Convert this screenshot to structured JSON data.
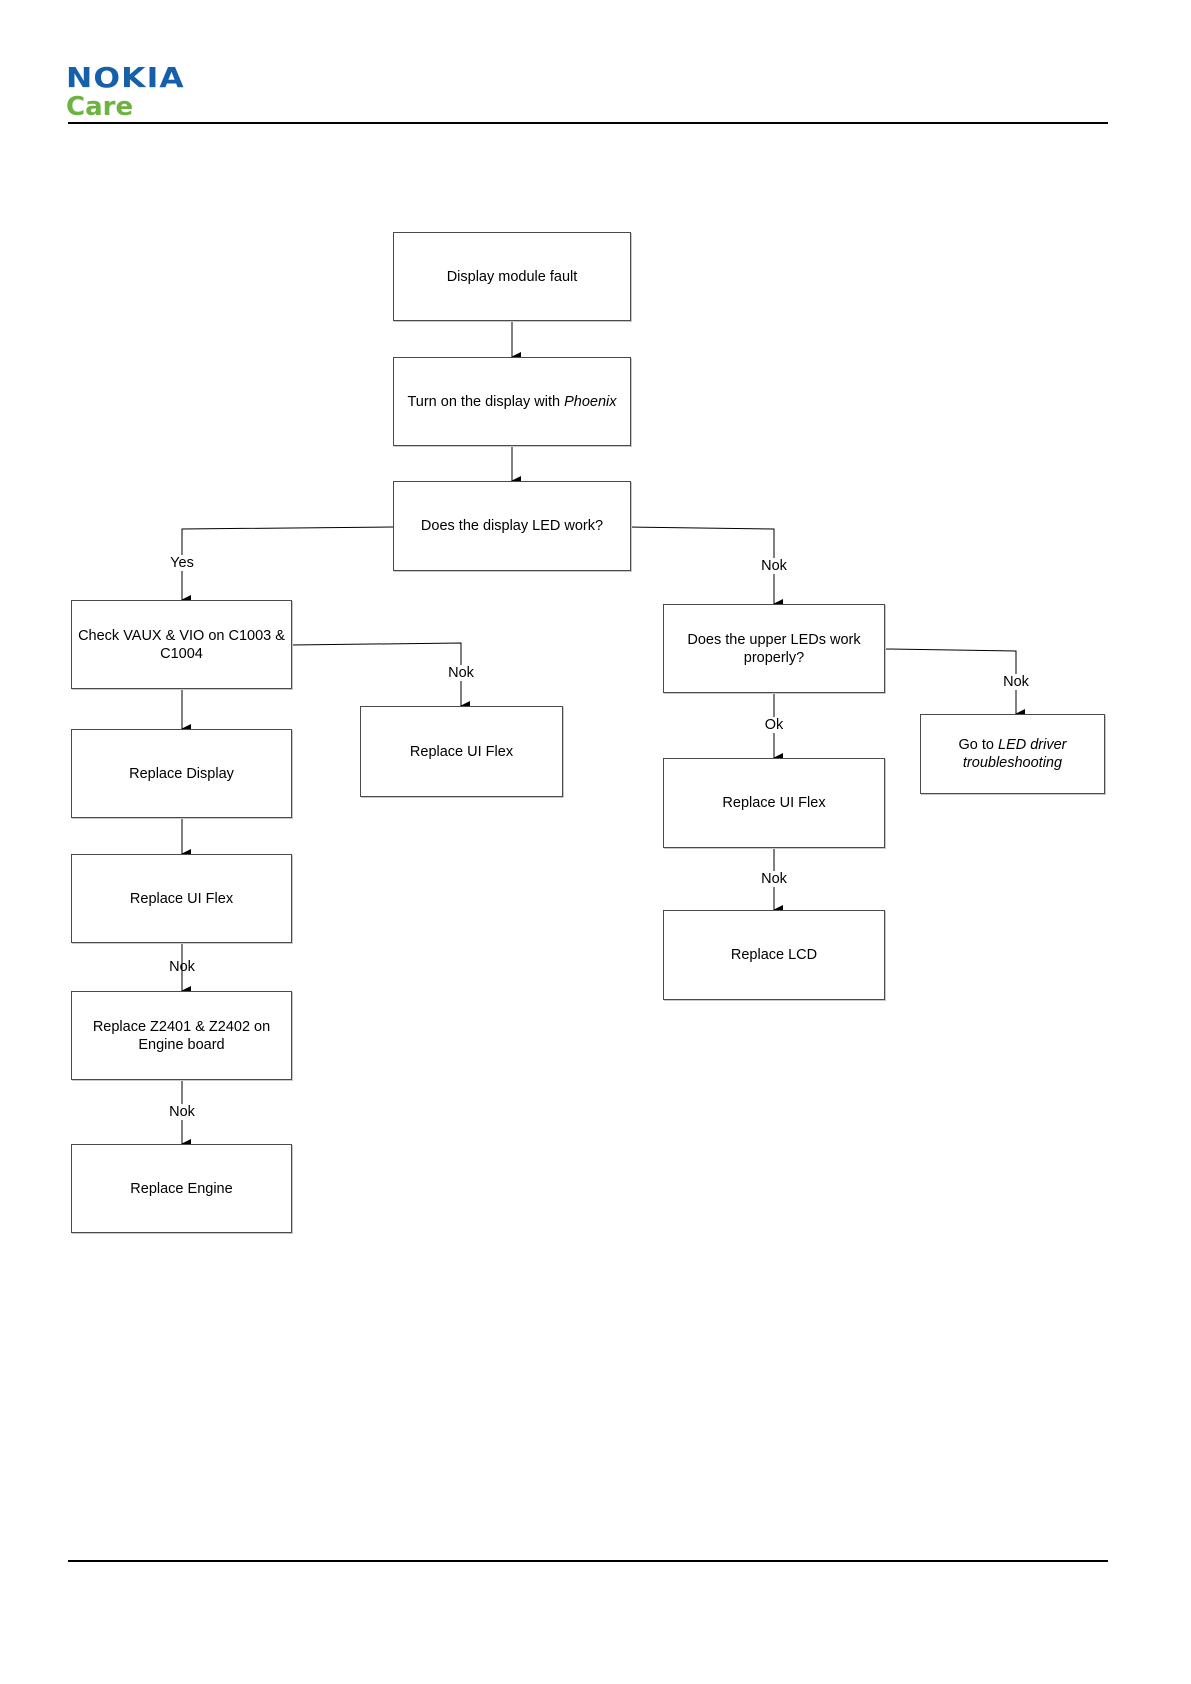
{
  "header": {
    "logo_top": "NOKIA",
    "logo_bottom": "Care"
  },
  "nodes": {
    "start": "Display module fault",
    "turn_on_pre": "Turn on the display with ",
    "turn_on_italic": "Phoenix",
    "led_question": "Does the display LED work?",
    "check_vaux": "Check VAUX & VIO on C1003 & C1004",
    "replace_display": "Replace Display",
    "replace_ui_flex_left": "Replace UI Flex",
    "replace_z": "Replace Z2401 & Z2402 on Engine board",
    "replace_engine": "Replace Engine",
    "replace_ui_flex_mid": "Replace UI Flex",
    "upper_leds": "Does the upper LEDs work properly?",
    "replace_ui_flex_right": "Replace UI Flex",
    "replace_lcd": "Replace LCD",
    "goto_pre": "Go to ",
    "goto_italic1": "LED driver",
    "goto_italic2": "troubleshooting"
  },
  "edges": {
    "yes": "Yes",
    "nok_led": "Nok",
    "nok_vaux": "Nok",
    "nok_upper": "Nok",
    "ok_upper": "Ok",
    "nok_ui_right": "Nok",
    "nok_ui_left": "Nok",
    "nok_z": "Nok"
  }
}
